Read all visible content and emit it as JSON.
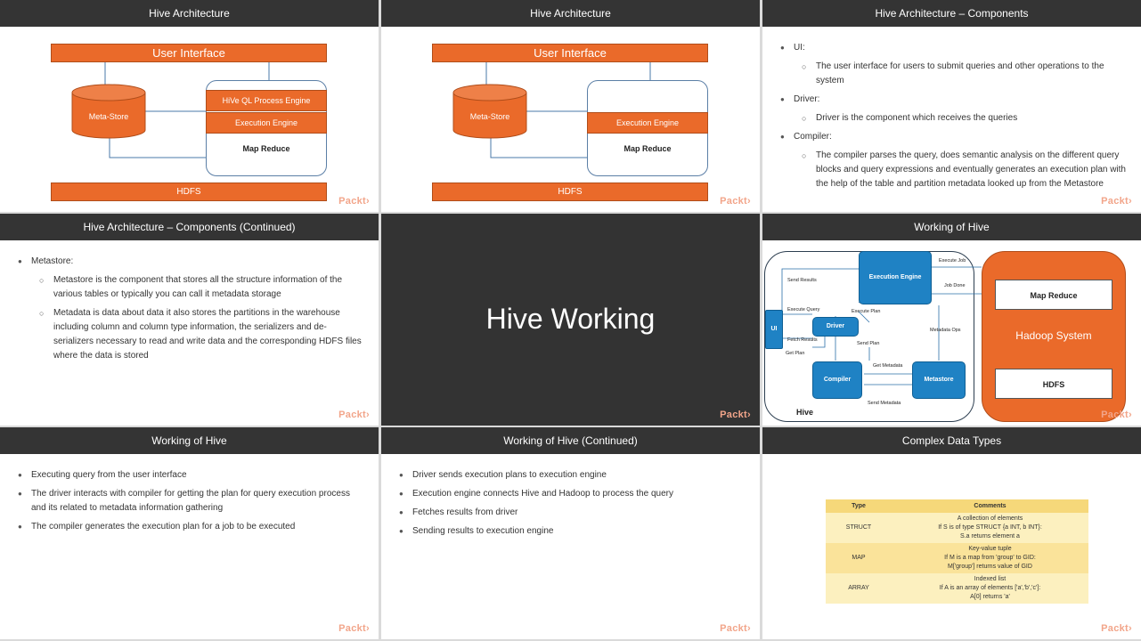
{
  "slides": {
    "s1": {
      "title": "Hive Architecture",
      "ui": "User Interface",
      "metastore": "Meta-Store",
      "hiveql": "HiVe QL Process Engine",
      "exec": "Execution Engine",
      "mapreduce": "Map Reduce",
      "hdfs": "HDFS"
    },
    "s2": {
      "title": "Hive Architecture",
      "ui": "User Interface",
      "metastore": "Meta-Store",
      "exec": "Execution Engine",
      "mapreduce": "Map Reduce",
      "hdfs": "HDFS"
    },
    "s3": {
      "title": "Hive Architecture – Components",
      "items": [
        "UI:",
        "The user interface for users to submit queries and other operations to the system",
        "Driver:",
        "Driver is the component which receives the queries",
        "Compiler:",
        "The compiler parses the query, does semantic analysis on the different query blocks and query expressions and eventually generates an execution plan with the help of the table and partition metadata looked up from the Metastore"
      ]
    },
    "s4": {
      "title": "Hive Architecture – Components (Continued)",
      "items": [
        "Metastore:",
        "Metastore is the component that stores all the structure information of the various tables or typically you can call it metadata storage",
        "Metadata is data about data it also stores the partitions in the warehouse including column and column type information, the serializers and de-serializers necessary to read and write data and the corresponding HDFS files where the data is stored"
      ]
    },
    "s5": {
      "title": "Hive Working"
    },
    "s6": {
      "title": "Working of Hive",
      "exec": "Execution Engine",
      "driver": "Driver",
      "ui": "UI",
      "compiler": "Compiler",
      "metastore": "Metastore",
      "mapreduce": "Map Reduce",
      "hadoop": "Hadoop System",
      "hdfs": "HDFS",
      "hive": "Hive",
      "labels": {
        "send_results": "Send Results",
        "execute_query": "Execute Query",
        "fetch_results": "Fetch Results",
        "get_plan": "Get Plan",
        "execute_plan": "Execute Plan",
        "send_plan": "Send Plan",
        "get_metadata": "Get Metadata",
        "send_metadata": "Send Metadata",
        "metadata_ops": "Metadata Ops",
        "execute_job": "Execute Job",
        "job_done": "Job Done"
      }
    },
    "s7": {
      "title": "Working of Hive",
      "items": [
        "Executing query from the user interface",
        "The driver interacts with compiler for getting the plan for query execution process and its related to metadata information gathering",
        "The compiler generates the execution plan for a job to be executed"
      ]
    },
    "s8": {
      "title": "Working of Hive (Continued)",
      "items": [
        "Driver sends execution plans to execution engine",
        "Execution engine connects Hive and Hadoop to process the query",
        "Fetches results from driver",
        "Sending results to execution engine"
      ]
    },
    "s9": {
      "title": "Complex Data Types",
      "headers": [
        "Type",
        "Comments"
      ],
      "rows": [
        {
          "type": "STRUCT",
          "c1": "A collection of elements",
          "c2": "If S is of type STRUCT {a INT, b INT}:",
          "c3": "S.a returns element a"
        },
        {
          "type": "MAP",
          "c1": "Key-value tuple",
          "c2": "If M is a map from 'group' to GID:",
          "c3": "M['group'] returns value of GID"
        },
        {
          "type": "ARRAY",
          "c1": "Indexed list",
          "c2": "If A is an array of elements ['a','b','c']:",
          "c3": "A[0] returns 'a'"
        }
      ]
    }
  },
  "packt": "Packt›",
  "colors": {
    "orange": "#ea6a2a",
    "blue": "#1f82c4",
    "header": "#343434"
  }
}
